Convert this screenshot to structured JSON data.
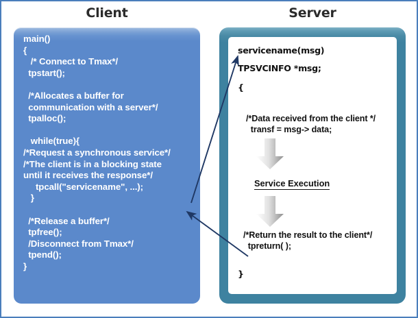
{
  "diagram": {
    "title_client": "Client",
    "title_server": "Server",
    "accent_client": "#5b89cb",
    "accent_server": "#3e82a0",
    "arrow_color": "#1f3864",
    "flow_arrow_color": "#9a9a9a",
    "border_color": "#4a7ebb"
  },
  "client": {
    "code": "main()\n{\n   /* Connect to Tmax*/\n  tpstart();\n\n  /*Allocates a buffer for\n  communication with a server*/\n  tpalloc();\n\n   while(true){\n/*Request a synchronous service*/\n/*The client is in a blocking state\nuntil it receives the response*/\n     tpcall(\"servicename\", ...);\n   }\n\n  /*Release a buffer*/\n  tpfree();\n  /Disconnect from Tmax*/\n  tpend();\n}"
  },
  "server": {
    "line_service": "servicename(msg)",
    "line_tpsvcinfo": "TPSVCINFO *msg;",
    "line_open_brace": "{",
    "line_close_brace": "}",
    "block_data": "/*Data received from the client */\n  transf = msg-> data;",
    "label_service_execution": "Service Execution",
    "block_return": "/*Return the result to the client*/\n  tpreturn( );"
  },
  "connectors": {
    "request": "client-tpcall-to-server-servicename",
    "response": "server-tpreturn-to-client-tpcall"
  }
}
